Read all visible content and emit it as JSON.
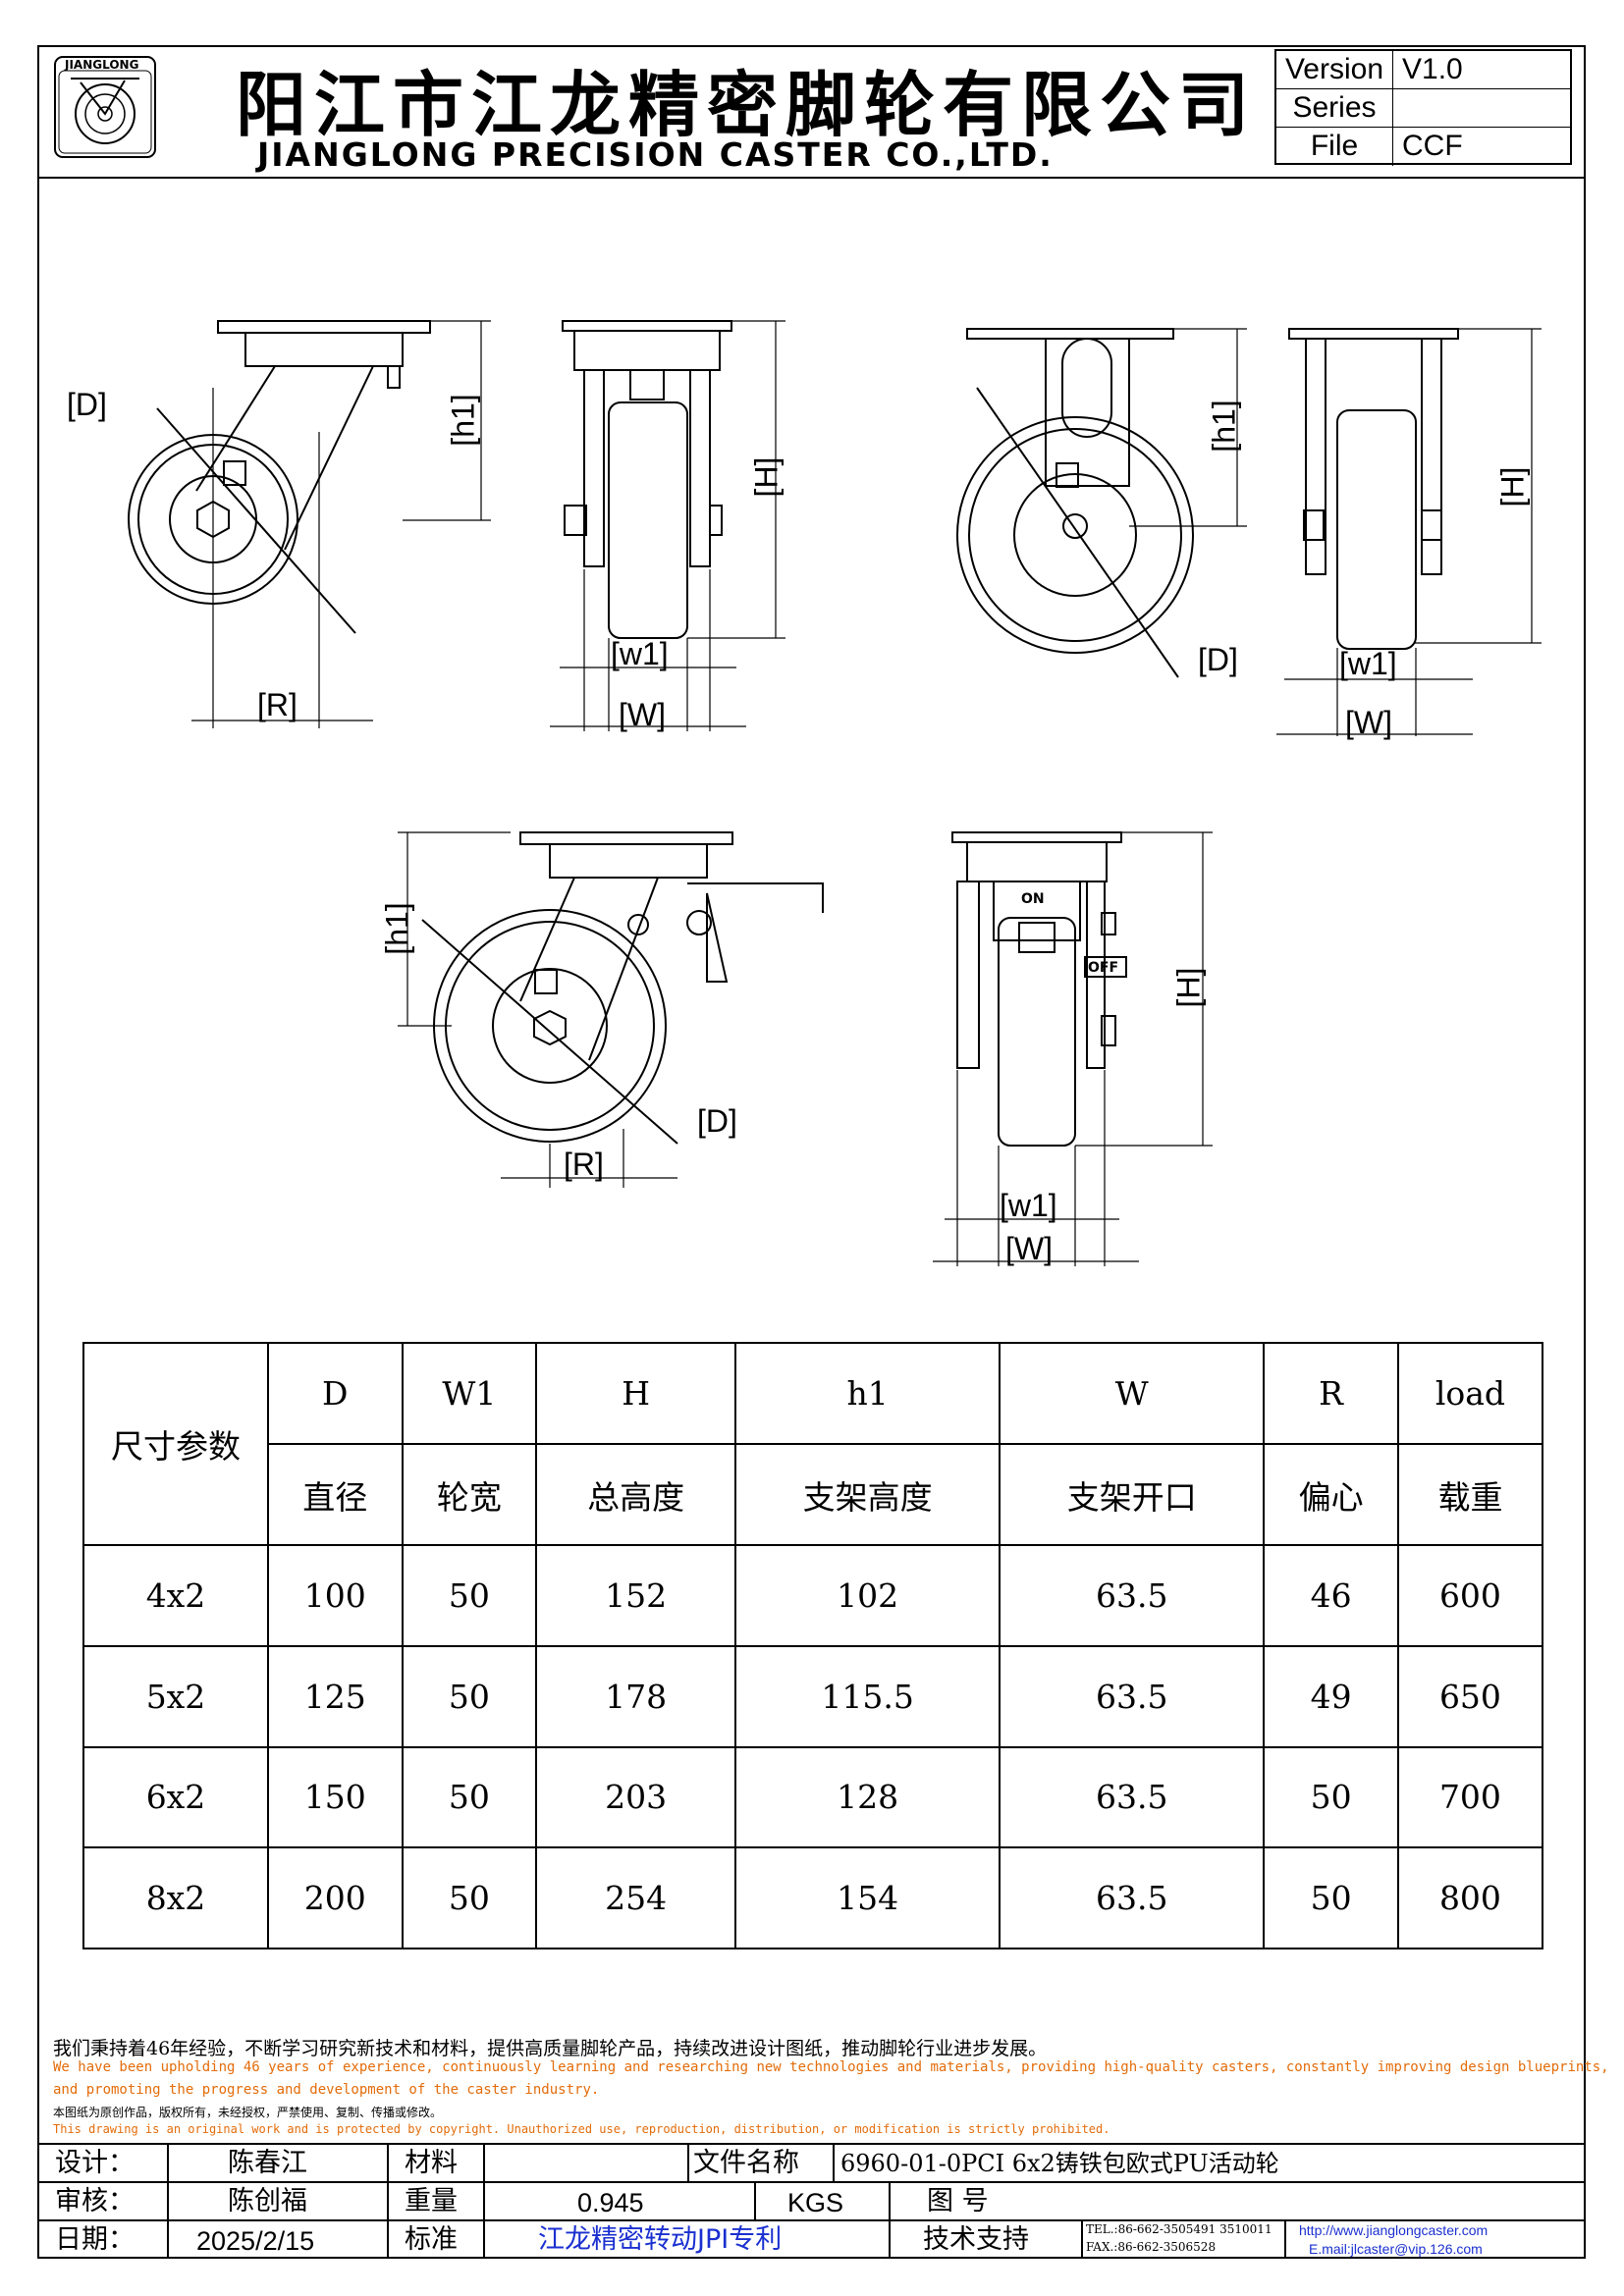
{
  "header": {
    "company_cn": "阳江市江龙精密脚轮有限公司",
    "company_en": "JIANGLONG PRECISION CASTER CO.,LTD.",
    "logo_text": "JIANGLONG",
    "version_block": [
      {
        "key": "Version",
        "value": "V1.0"
      },
      {
        "key": "Series",
        "value": ""
      },
      {
        "key": "File",
        "value": "CCF"
      }
    ]
  },
  "drawing_labels": {
    "D": "[D]",
    "R": "[R]",
    "h1": "[h1]",
    "H": "[H]",
    "w1": "[w1]",
    "W": "[W]",
    "on": "ON",
    "off": "OFF"
  },
  "spec_table": {
    "row_header": "尺寸参数",
    "columns": [
      {
        "code": "D",
        "name": "直径"
      },
      {
        "code": "W1",
        "name": "轮宽"
      },
      {
        "code": "H",
        "name": "总高度"
      },
      {
        "code": "h1",
        "name": "支架高度"
      },
      {
        "code": "W",
        "name": "支架开口"
      },
      {
        "code": "R",
        "name": "偏心"
      },
      {
        "code": "load",
        "name": "载重"
      }
    ],
    "rows": [
      {
        "size": "4x2",
        "values": [
          "100",
          "50",
          "152",
          "102",
          "63.5",
          "46",
          "600"
        ]
      },
      {
        "size": "5x2",
        "values": [
          "125",
          "50",
          "178",
          "115.5",
          "63.5",
          "49",
          "650"
        ]
      },
      {
        "size": "6x2",
        "values": [
          "150",
          "50",
          "203",
          "128",
          "63.5",
          "50",
          "700"
        ]
      },
      {
        "size": "8x2",
        "values": [
          "200",
          "50",
          "254",
          "154",
          "63.5",
          "50",
          "800"
        ]
      }
    ]
  },
  "notes": {
    "line1_cn": "我们秉持着46年经验，不断学习研究新技术和材料，提供高质量脚轮产品，持续改进设计图纸，推动脚轮行业进步发展。",
    "line2_en": "We have been upholding 46 years of experience, continuously learning and researching new technologies and materials, providing high-quality casters, constantly improving design blueprints,",
    "line3_en": "and promoting the progress and development of the caster industry.",
    "line4_cn": "本图纸为原创作品，版权所有，未经授权，严禁使用、复制、传播或修改。",
    "line5_en": "This drawing is an original work and is protected by copyright. Unauthorized use, reproduction, distribution, or modification is strictly prohibited."
  },
  "title_block": {
    "design_label": "设计：",
    "designer": "陈春江",
    "material_label": "材料",
    "material": "",
    "filename_label": "文件名称",
    "filename": "6960-01-0PCI 6x2铸铁包欧式PU活动轮",
    "review_label": "审核：",
    "reviewer": "陈创福",
    "weight_label": "重量",
    "weight": "0.945",
    "weight_unit": "KGS",
    "drawing_no_label": "图    号",
    "drawing_no": "",
    "date_label": "日期：",
    "date": "2025/2/15",
    "standard_label": "标准",
    "standard": "江龙精密转动JPI专利",
    "support_label": "技术支持",
    "tel": "TEL.:86-662-3505491 3510011",
    "fax": "FAX.:86-662-3506528",
    "website": "http://www.jianglongcaster.com",
    "email": "E.mail:jlcaster@vip.126.com"
  }
}
